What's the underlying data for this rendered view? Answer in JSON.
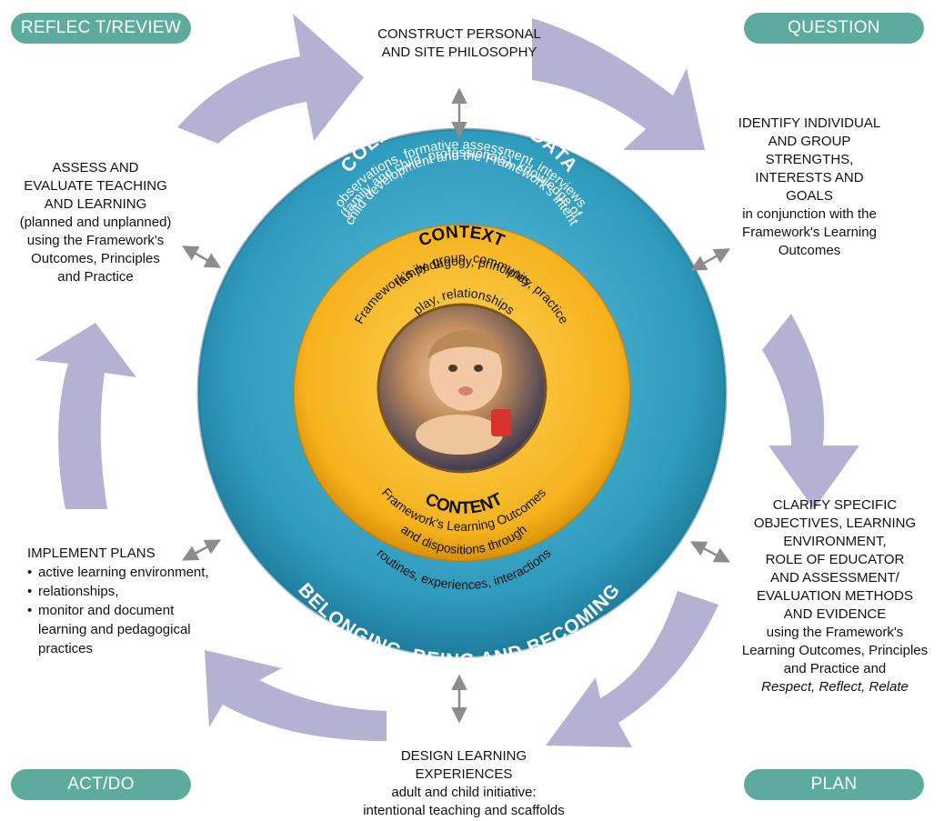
{
  "corners": {
    "reflect": "REFLEC T/REVIEW",
    "question": "QUESTION",
    "act": "ACT/DO",
    "plan": "PLAN"
  },
  "nodes": {
    "construct": {
      "title": "CONSTRUCT PERSONAL\nAND SITE PHILOSOPHY"
    },
    "identify": {
      "title": "IDENTIFY INDIVIDUAL\nAND GROUP\nSTRENGTHS,\nINTERESTS AND\nGOALS",
      "detail": "in conjunction with the\nFramework's Learning\nOutcomes"
    },
    "clarify": {
      "title": "CLARIFY SPECIFIC\nOBJECTIVES, LEARNING\nENVIRONMENT,\nROLE OF EDUCATOR\nAND ASSESSMENT/\nEVALUATION METHODS\nAND EVIDENCE",
      "detail": "using the Framework's\nLearning Outcomes, Principles\nand Practice and",
      "detail_italic": "Respect, Reflect, Relate"
    },
    "design": {
      "title": "DESIGN LEARNING\nEXPERIENCES",
      "detail": "adult and child initiative:\nintentional teaching and scaffolds"
    },
    "implement": {
      "title": "IMPLEMENT PLANS",
      "items": [
        "active learning environment,",
        "relationships,",
        "monitor and document learning and pedagogical practices"
      ]
    },
    "assess": {
      "title": "ASSESS AND\nEVALUATE TEACHING\nAND LEARNING",
      "detail": "(planned and unplanned)\nusing the Framework's\nOutcomes, Principles\nand Practice"
    }
  },
  "circle": {
    "outer_title": "COLLECT AND USE DATA",
    "outer_line1": "observations, formative assessment, interviews",
    "outer_line2": "(family and child, professionals), knowledge of",
    "outer_line3": "child development and the Framework's intent",
    "outer_bottom": "BELONGING, BEING AND BECOMING",
    "context_title": "CONTEXT",
    "context_line1": "family, group, community",
    "context_line2": "Framework's pedagogy, principles, practice",
    "context_line3": "play, relationships",
    "content_title": "CONTENT",
    "content_line1": "Framework's Learning Outcomes",
    "content_line2": "and dispositions through",
    "content_line3": "routines, experiences, interactions"
  },
  "colors": {
    "teal_ring": "#2f9bbd",
    "orange_ring": "#f5b21c",
    "arrow": "#b4b1d3",
    "pill": "#5dab9c",
    "connector": "#8c8c8c"
  }
}
